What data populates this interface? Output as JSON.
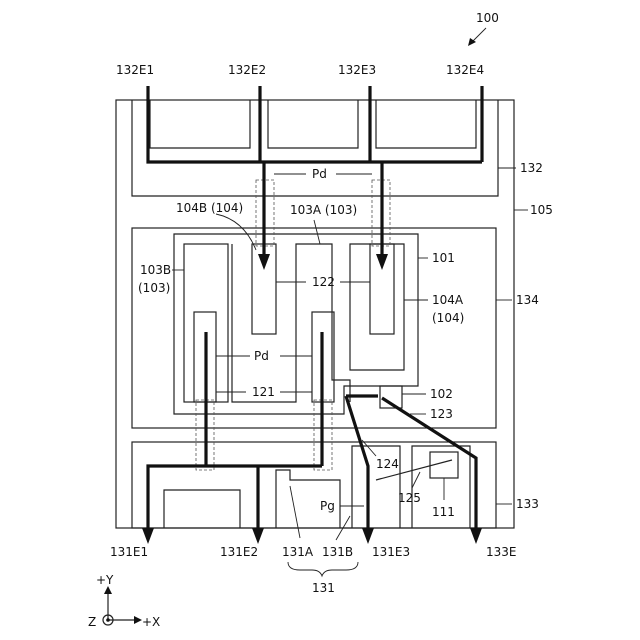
{
  "figure": {
    "ref": "100"
  },
  "labels": {
    "e132_1": "132E1",
    "e132_2": "132E2",
    "e132_3": "132E3",
    "e132_4": "132E4",
    "ref_132": "132",
    "ref_105": "105",
    "ref_134": "134",
    "ref_133": "133",
    "ref_101": "101",
    "ref_102": "102",
    "ref_123": "123",
    "ref_124": "124",
    "ref_125": "125",
    "ref_111": "111",
    "ref_122": "122",
    "ref_121": "121",
    "pd_top": "Pd",
    "pd_mid": "Pd",
    "pg": "Pg",
    "ref_104b": "104B (104)",
    "ref_103a": "103A (103)",
    "ref_103b_1": "103B",
    "ref_103b_2": "(103)",
    "ref_104a_1": "104A",
    "ref_104a_2": "(104)",
    "e131_1": "131E1",
    "e131_2": "131E2",
    "e131_3": "131E3",
    "e133": "133E",
    "ref_131a": "131A",
    "ref_131b": "131B",
    "ref_131": "131"
  },
  "axes": {
    "y": "+Y",
    "x": "+X",
    "z": "Z"
  }
}
